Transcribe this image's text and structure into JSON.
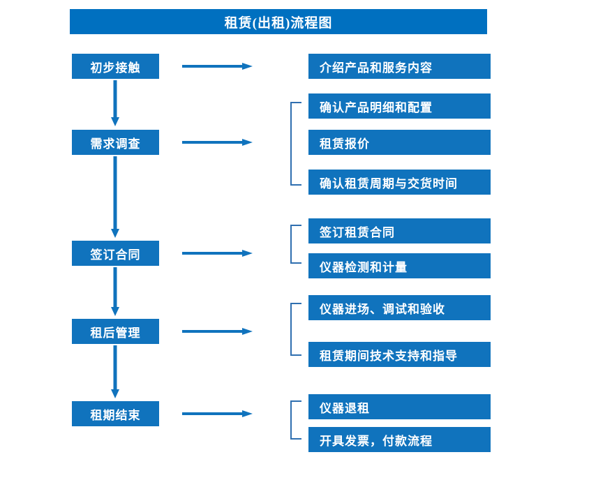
{
  "title": "租赁(出租)流程图",
  "colors": {
    "title_bar": "#0070c0",
    "box": "#1073bd",
    "arrow": "#1073bd",
    "bracket": "#2f6fb0",
    "text": "#ffffff",
    "background": "#ffffff"
  },
  "stages": [
    {
      "label": "初步接触"
    },
    {
      "label": "需求调查"
    },
    {
      "label": "签订合同"
    },
    {
      "label": "租后管理"
    },
    {
      "label": "租期结束"
    }
  ],
  "details": {
    "group1": [
      {
        "label": "介绍产品和服务内容"
      }
    ],
    "group2": [
      {
        "label": "确认产品明细和配置"
      },
      {
        "label": "租赁报价"
      },
      {
        "label": "确认租赁周期与交货时间"
      }
    ],
    "group3": [
      {
        "label": "签订租赁合同"
      },
      {
        "label": "仪器检测和计量"
      }
    ],
    "group4": [
      {
        "label": "仪器进场、调试和验收"
      },
      {
        "label": "租赁期间技术支持和指导"
      }
    ],
    "group5": [
      {
        "label": "仪器退租"
      },
      {
        "label": "开具发票，付款流程"
      }
    ]
  },
  "connectors": {
    "horizontal_arrows": 5,
    "vertical_arrows": 4,
    "brackets": 4
  }
}
